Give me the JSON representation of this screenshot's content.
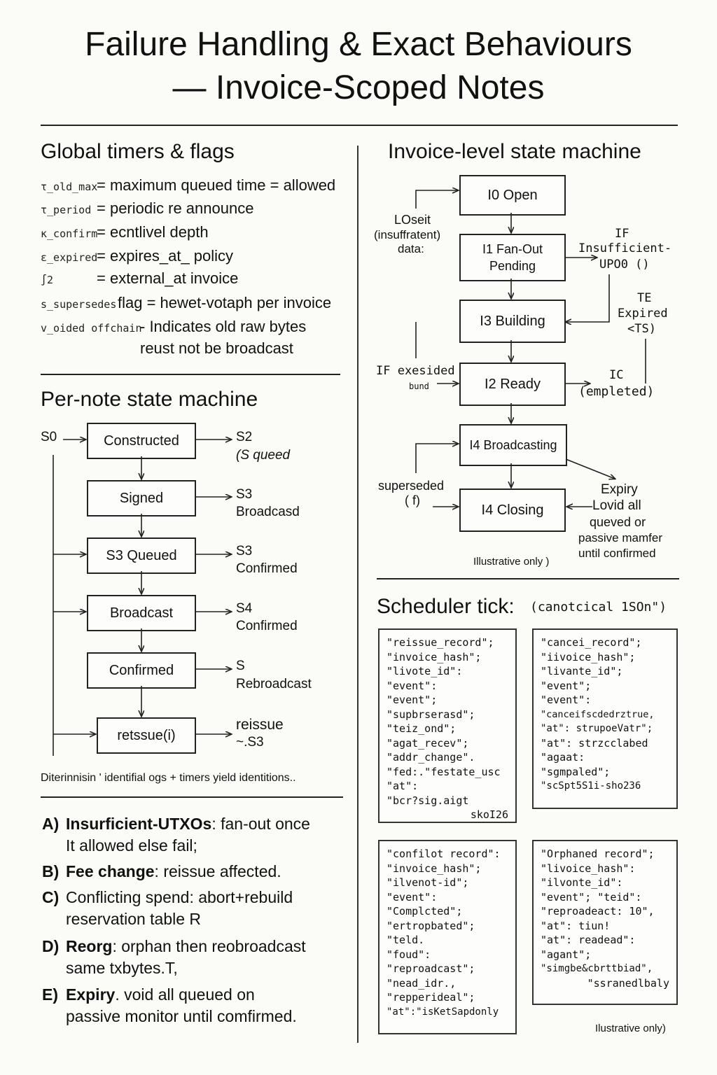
{
  "title_line1": "Failure Handling & Exact Behaviours",
  "title_line2": "— Invoice-Scoped Notes",
  "global": {
    "heading": "Global timers & flags",
    "items": [
      {
        "sym": "τ_old_max",
        "text": "= maximum queued time = allowed"
      },
      {
        "sym": "τ_period",
        "text": "= periodic re announce"
      },
      {
        "sym": "κ_confirm",
        "text": "= ecntlivel depth"
      },
      {
        "sym": "ε_expired",
        "text": "= expires_at_ policy"
      },
      {
        "sym": "∫2",
        "text": "= external_at invoice"
      },
      {
        "sym": "s_supersedes",
        "text": "flag = hewet-votaph per invoice"
      },
      {
        "sym": "v_oided offchain",
        "text": "- Indicates old raw bytes"
      },
      {
        "sym": "",
        "text": "reust not be broadcast"
      }
    ]
  },
  "per_note": {
    "heading": "Per-note state machine",
    "entry": "S0",
    "states": [
      "Constructed",
      "Signed",
      "S3 Queued",
      "Broadcast",
      "Confirmed",
      "retssue(i)"
    ],
    "side_labels": [
      [
        "S2",
        "(S queed"
      ],
      [
        "S3",
        "Broadcasd"
      ],
      [
        "S3",
        "Confirmed"
      ],
      [
        "S4",
        "Confirmed"
      ],
      [
        "S",
        "Rebroadcast"
      ],
      [
        "reissue",
        "~.S3"
      ]
    ],
    "caption": "Diterinnisin ' identifial ogs + timers yield identitions.."
  },
  "invoice": {
    "heading": "Invoice-level state machine",
    "states": [
      "I0 Open",
      "I1 Fan-Out Pending",
      "I3 Building",
      "I2 Ready",
      "I4 Broadcasting",
      "I4 Closing"
    ],
    "left_labels": {
      "lost_a": "LOseit",
      "lost_b": "(insuffratent)",
      "lost_c": "data:",
      "if_a": "IF exesided",
      "if_b": "bund",
      "sup_a": "superseded",
      "sup_b": "( f)"
    },
    "right_labels": {
      "ins_a": "IF",
      "ins_b": "Insufficient-",
      "ins_c": "UPO0 ()",
      "exp_a": "TE",
      "exp_b": "Expired",
      "exp_c": "<TS)",
      "ic_a": "IC",
      "ic_b": "(empleted)",
      "ex2_a": "Expiry",
      "ex2_b": "Lovid all",
      "ex2_c": "queved or",
      "ex2_d": "passive mamfer",
      "ex2_e": "until confirmed"
    },
    "caption": "Illustrative only )"
  },
  "notes": [
    {
      "key": "A)",
      "bold": "Insurficient-UTXOs",
      "text": ": fan-out once",
      "cont": "It allowed else fail;"
    },
    {
      "key": "B)",
      "bold": "Fee change",
      "text": ": reissue affected.",
      "cont": ""
    },
    {
      "key": "C)",
      "bold": "",
      "text": "Conflicting spend: abort+rebuild",
      "cont": "reservation table R"
    },
    {
      "key": "D)",
      "bold": "Reorg",
      "text": ": orphan then reobroadcast",
      "cont": "same txbytes.T,"
    },
    {
      "key": "E)",
      "bold": "Expiry",
      "text": ". void all queued on",
      "cont": "passive monitor until comfirmed."
    }
  ],
  "scheduler": {
    "heading": "Scheduler tick:",
    "sub": "(canotcical 1SOn\")",
    "boxes": [
      [
        "\"reissue_record\";",
        "\"invoice_hash\";",
        "\"livote_id\":",
        "\"event\":",
        "\"event\";",
        "\"supbrserasd\";",
        "\"teiz_ond\";",
        "\"agat_recev\";",
        "\"addr_change\".",
        "\"fed:.\"festate_usc",
        "\"at\":",
        "\"bcr?sig.aigt",
        "skoI26"
      ],
      [
        "\"cancei_record\";",
        "\"iivoice_hash\";",
        "\"livante_id\";",
        "\"event\";",
        "\"event\":",
        "\"canceifscdedrztrue,",
        "\"at\": strupoeVatr\";",
        "\"at\": strzcclabed",
        "\"agaat:",
        "\"sgmpaled\";",
        "\"scSpt5S1i-sho236"
      ],
      [
        "\"confilot record\":",
        "\"invoice_hash\";",
        "\"ilvenot-id\";",
        "\"event\":",
        "\"Complcted\";",
        "\"ertropbated\";",
        "\"teld.",
        "\"foud\":",
        "\"reproadcast\";",
        "\"nead_idr.,",
        "\"repperideal\";",
        "\"at\":\"isKetSapdonly"
      ],
      [
        "\"Orphaned record\";",
        "\"livoice_hash\":",
        "\"ilvonte_id\":",
        "\"event\"; \"teid\":",
        "\"reproadeact: 10\",",
        "\"at\": tiun!",
        "\"at\": readead\":",
        "\"agant\";",
        "\"simgbe&cbrttbiad\",",
        "\"ssranedlbaly"
      ]
    ],
    "caption": "Ilustrative only)"
  }
}
